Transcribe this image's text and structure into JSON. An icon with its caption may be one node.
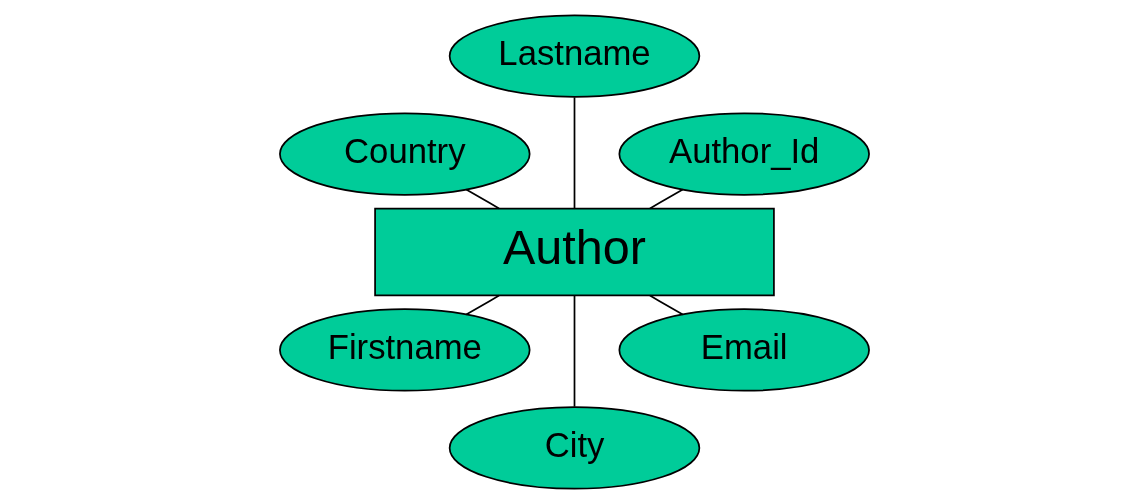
{
  "diagram": {
    "nodes": [
      {
        "text": [
          "Author_Id"
        ]
      },
      {
        "text": [
          "Lastname"
        ]
      },
      {
        "text": [
          "Country"
        ]
      },
      {
        "text": [
          "Author"
        ]
      },
      {
        "text": [
          "Firstname"
        ]
      },
      {
        "text": [
          "City"
        ]
      },
      {
        "text": [
          "Email"
        ]
      }
    ],
    "edges": [
      {
        "from": 3,
        "to": 0,
        "arrow": "none"
      },
      {
        "from": 3,
        "to": 1,
        "arrow": "none"
      },
      {
        "from": 3,
        "to": 2,
        "arrow": "none"
      },
      {
        "from": 3,
        "to": 4,
        "arrow": "none"
      },
      {
        "from": 3,
        "to": 5,
        "arrow": "none"
      },
      {
        "from": 3,
        "to": 6,
        "arrow": "none"
      }
    ]
  }
}
